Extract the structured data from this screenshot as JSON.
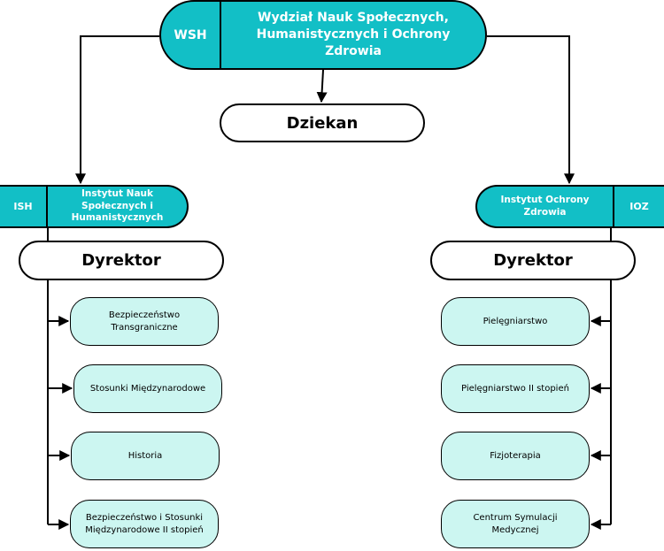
{
  "faculty": {
    "abbr": "WSH",
    "name": "Wydział Nauk Społecznych, Humanistycznych i Ochrony Zdrowia"
  },
  "dean": {
    "label": "Dziekan"
  },
  "institutes": {
    "left": {
      "abbr": "ISH",
      "name": "Instytut Nauk Społecznych i Humanistycznych",
      "director": "Dyrektor",
      "programs": [
        "Bezpieczeństwo Transgraniczne",
        "Stosunki Międzynarodowe",
        "Historia",
        "Bezpieczeństwo i Stosunki Międzynarodowe II stopień"
      ]
    },
    "right": {
      "abbr": "IOZ",
      "name": "Instytut Ochrony Zdrowia",
      "director": "Dyrektor",
      "programs": [
        "Pielęgniarstwo",
        "Pielęgniarstwo II stopień",
        "Fizjoterapia",
        "Centrum Symulacji Medycznej"
      ]
    }
  },
  "colors": {
    "teal": "#12bfc6",
    "light_teal": "#ccf6f1",
    "outline": "#000000"
  }
}
